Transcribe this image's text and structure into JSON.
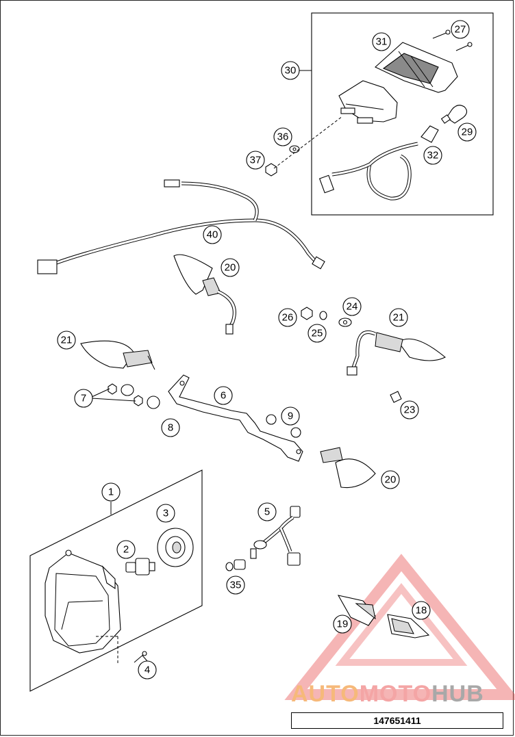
{
  "diagram": {
    "callouts": [
      "1",
      "2",
      "3",
      "4",
      "5",
      "6",
      "7",
      "8",
      "9",
      "18",
      "19",
      "20",
      "20",
      "21",
      "21",
      "23",
      "24",
      "25",
      "26",
      "27",
      "29",
      "30",
      "31",
      "32",
      "35",
      "36",
      "37",
      "40"
    ],
    "part_number": "147651411"
  },
  "watermark": {
    "word_auto": "AUTO",
    "word_moto": "MOTO",
    "word_hub": "HUB",
    "colors": {
      "auto": "#f6b97a",
      "moto": "#f4a5a5",
      "hub": "#a8a8a8",
      "triangle": "#e74b4b"
    }
  }
}
